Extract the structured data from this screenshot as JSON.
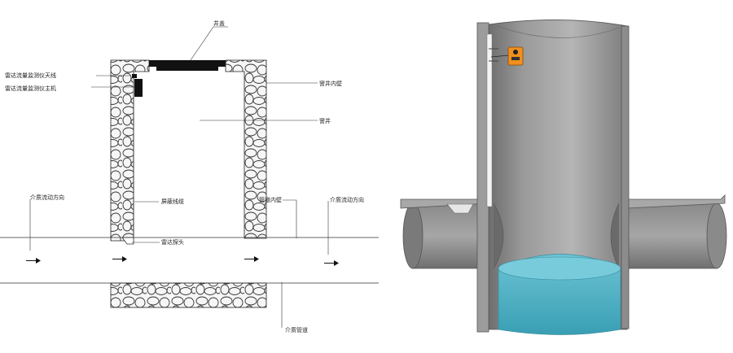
{
  "left_diagram": {
    "labels": {
      "cover": "井盖",
      "antenna": "雷达流量监测仪天线",
      "host": "雷达流量监测仪主机",
      "inner_wall": "窨井内壁",
      "well": "窨井",
      "flow_dir_left": "介质流动方向",
      "cable": "屏蔽线缆",
      "pipe_inner_wall": "管道内壁",
      "flow_dir_right": "介质流动方向",
      "probe": "雷达探头",
      "pipe": "介质管道"
    }
  },
  "colors": {
    "stone_fill": "#f4f4f4",
    "stone_stroke": "#333333",
    "cover": "#111111",
    "concrete": "#8f8f8f",
    "water": "#4fb3c6",
    "device": "#f0901e"
  }
}
